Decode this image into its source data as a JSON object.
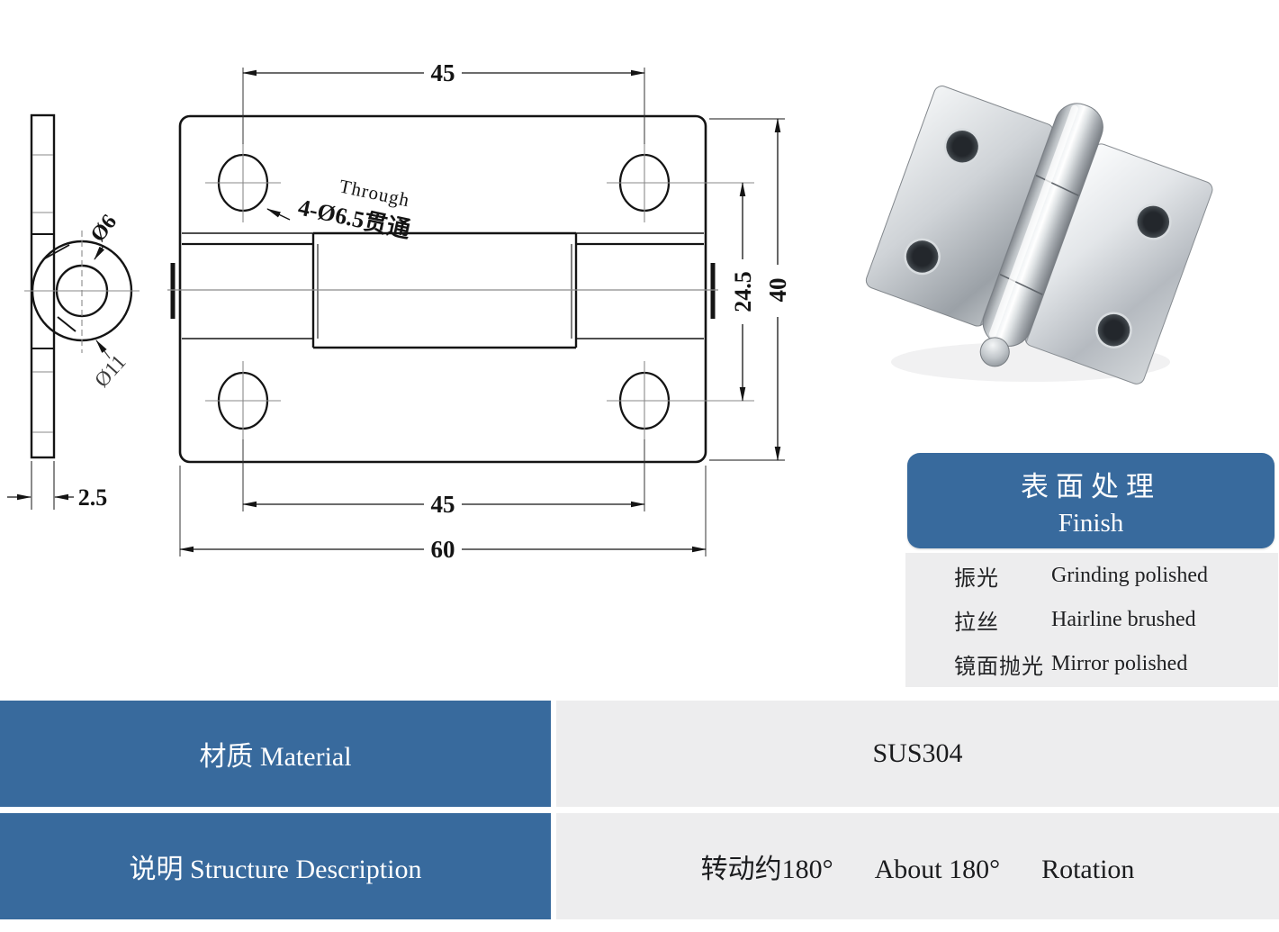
{
  "drawing": {
    "dim_top": "45",
    "dim_bottom_inner": "45",
    "dim_bottom_outer": "60",
    "dim_hole_spacing_v": "24.5",
    "dim_height": "40",
    "dim_thickness": "2.5",
    "label_pin_diameter": "Ø6",
    "label_knuckle_diameter": "Ø11",
    "callout_cn": "4-Ø6.5贯通",
    "callout_en": "Through"
  },
  "finish": {
    "title_cn": "表面处理",
    "title_en": "Finish",
    "rows": [
      {
        "cn": "振光",
        "en": "Grinding polished"
      },
      {
        "cn": "拉丝",
        "en": "Hairline brushed"
      },
      {
        "cn": "镜面抛光",
        "en": "Mirror polished"
      }
    ]
  },
  "spec": {
    "rows": [
      {
        "label": "材质 Material",
        "value": "SUS304"
      },
      {
        "label": "说明 Structure Description",
        "value_parts": [
          "转动约180°",
          "About 180°",
          "Rotation"
        ]
      }
    ]
  },
  "colors": {
    "accent_blue": "#386a9d",
    "panel_gray": "#ededee",
    "line_black": "#141414",
    "centerline_gray": "#8a8a8a"
  }
}
